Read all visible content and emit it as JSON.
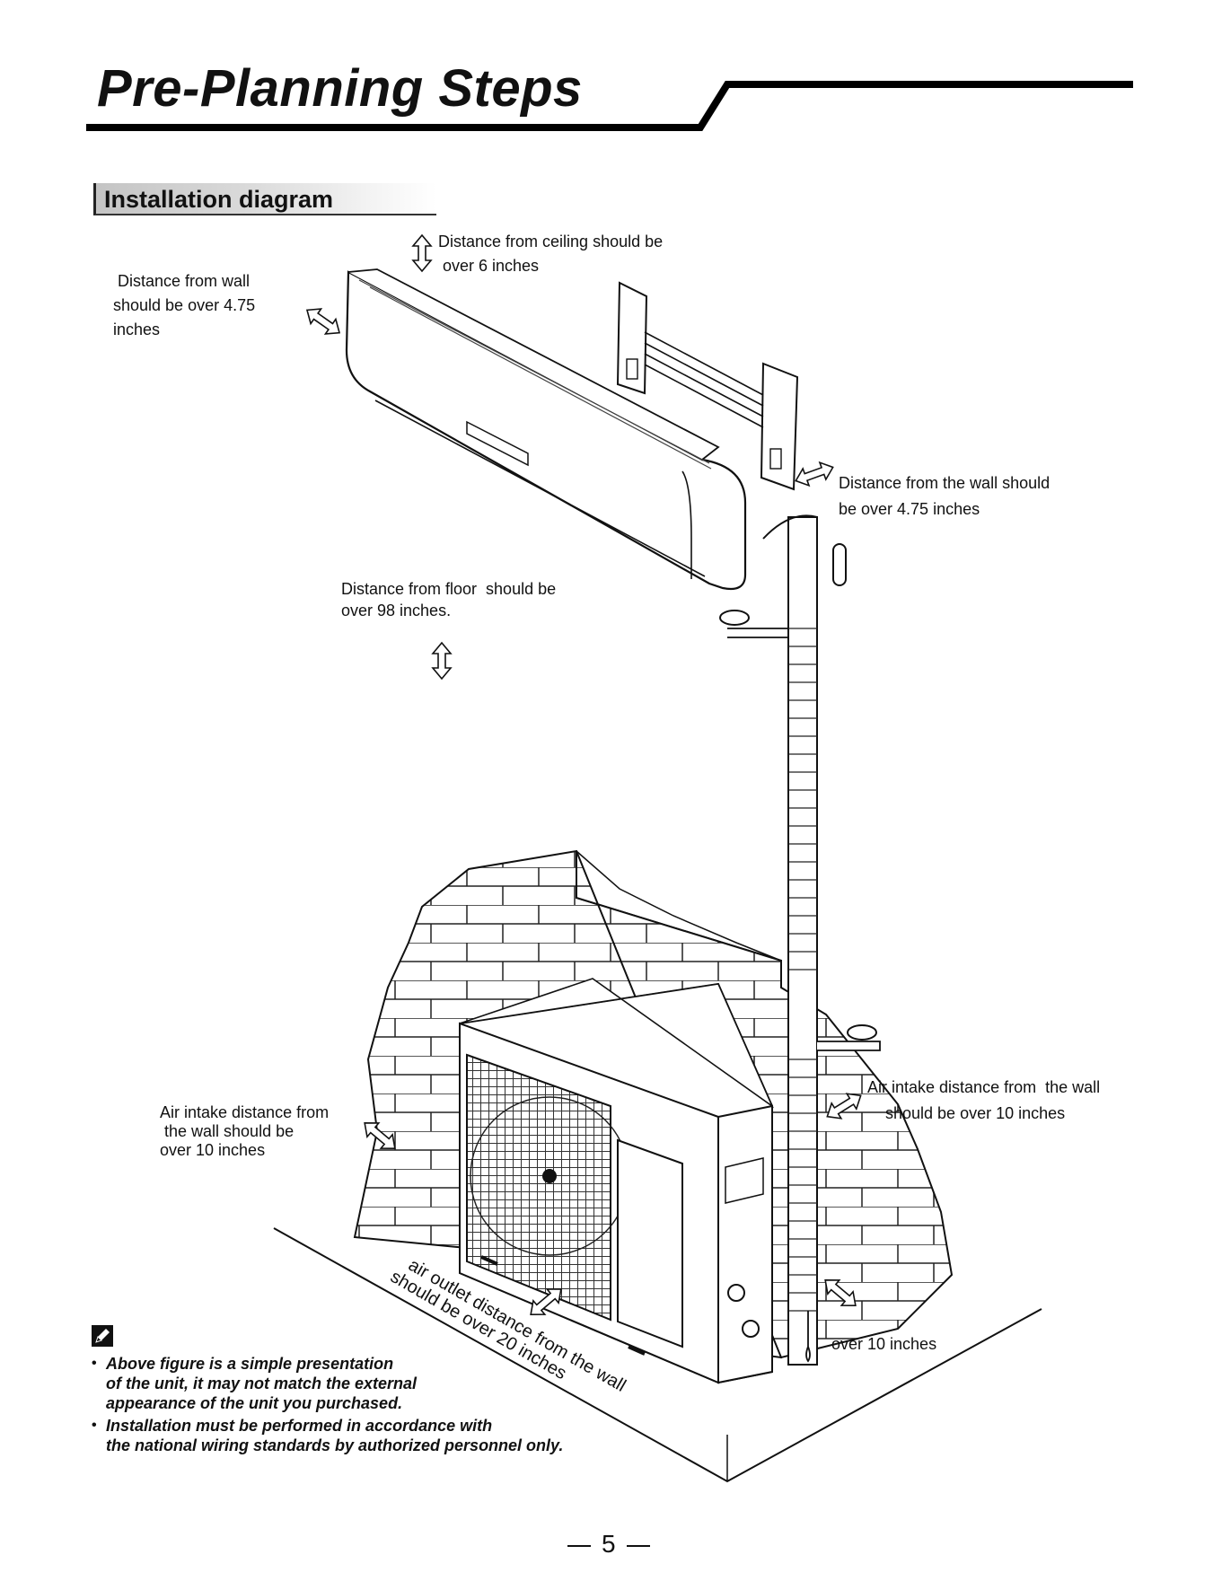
{
  "page": {
    "title": "Pre-Planning Steps",
    "section": "Installation diagram",
    "page_number": "5"
  },
  "labels": {
    "ceiling": "Distance from ceiling should be\n over 6 inches",
    "wall_left": " Distance from wall\nshould be over 4.75\ninches",
    "wall_right": "Distance from the wall should\nbe over 4.75 inches",
    "floor": "Distance from floor  should be\nover 98 inches.",
    "intake_left": "Air intake distance from\n the wall should be\nover 10 inches",
    "intake_right": "Air intake distance from  the wall\n    should be over 10 inches",
    "outlet_line1": "air outlet distance from the wall",
    "outlet_line2": "should be over 20 inches",
    "front_clearance": "over 10 inches"
  },
  "notes": [
    {
      "bullet": "•",
      "text": "Above figure is a simple presentation\nof the unit, it may not match the external\nappearance of the unit you purchased."
    },
    {
      "bullet": "•",
      "text": "Installation must be performed in accordance with\nthe national wiring standards by authorized personnel only."
    }
  ],
  "icons": {
    "note": "pencil-note-icon"
  }
}
